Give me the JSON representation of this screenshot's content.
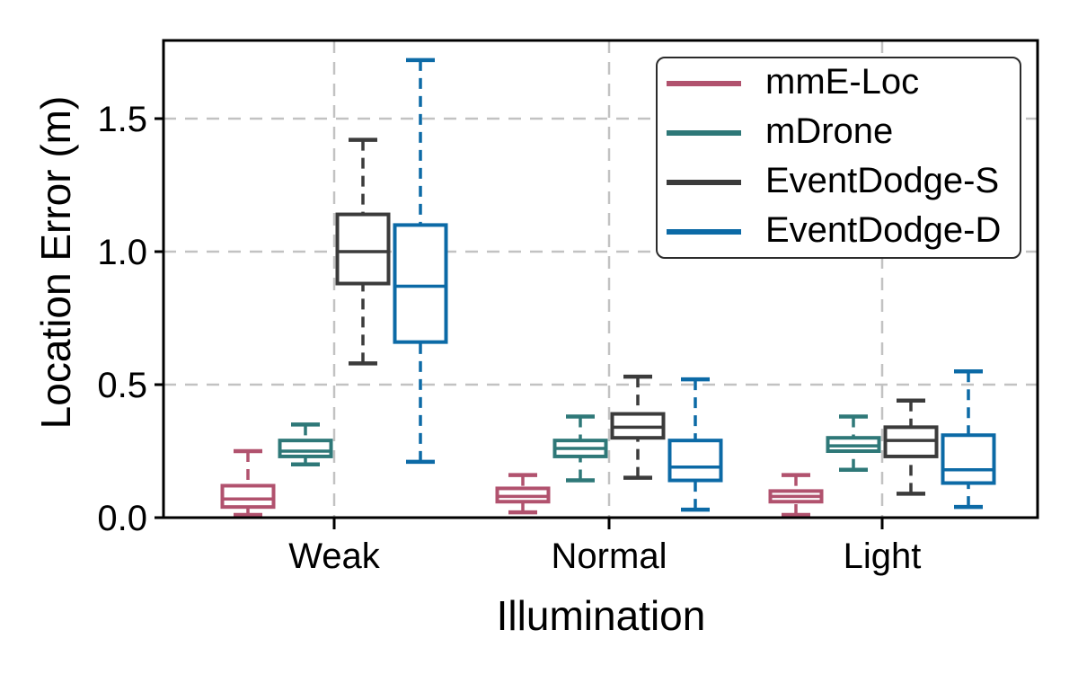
{
  "chart_data": {
    "type": "boxplot",
    "title": "",
    "xlabel": "Illumination",
    "ylabel": "Location Error (m)",
    "categories": [
      "Weak",
      "Normal",
      "Light"
    ],
    "ylim": [
      0,
      1.794
    ],
    "y_ticks": [
      0.0,
      0.5,
      1.0,
      1.5
    ],
    "y_tick_labels": [
      "0.0",
      "0.5",
      "1.0",
      "1.5"
    ],
    "grid": true,
    "grid_style": "dashed",
    "legend_position": "upper-right",
    "colors": {
      "grid": "#c2c2c2",
      "spine": "#000000",
      "background": "#ffffff"
    },
    "series": [
      {
        "name": "mmE-Loc",
        "color": "#b1526e",
        "boxes": [
          {
            "category": "Weak",
            "whisker_low": 0.01,
            "q1": 0.04,
            "median": 0.07,
            "q3": 0.12,
            "whisker_high": 0.25
          },
          {
            "category": "Normal",
            "whisker_low": 0.02,
            "q1": 0.06,
            "median": 0.08,
            "q3": 0.11,
            "whisker_high": 0.16
          },
          {
            "category": "Light",
            "whisker_low": 0.01,
            "q1": 0.06,
            "median": 0.08,
            "q3": 0.1,
            "whisker_high": 0.16
          }
        ]
      },
      {
        "name": "mDrone",
        "color": "#2e7878",
        "boxes": [
          {
            "category": "Weak",
            "whisker_low": 0.2,
            "q1": 0.23,
            "median": 0.25,
            "q3": 0.29,
            "whisker_high": 0.35
          },
          {
            "category": "Normal",
            "whisker_low": 0.14,
            "q1": 0.23,
            "median": 0.26,
            "q3": 0.29,
            "whisker_high": 0.38
          },
          {
            "category": "Light",
            "whisker_low": 0.18,
            "q1": 0.25,
            "median": 0.27,
            "q3": 0.3,
            "whisker_high": 0.38
          }
        ]
      },
      {
        "name": "EventDodge-S",
        "color": "#3b3b3b",
        "boxes": [
          {
            "category": "Weak",
            "whisker_low": 0.58,
            "q1": 0.88,
            "median": 1.0,
            "q3": 1.14,
            "whisker_high": 1.42
          },
          {
            "category": "Normal",
            "whisker_low": 0.15,
            "q1": 0.3,
            "median": 0.34,
            "q3": 0.39,
            "whisker_high": 0.53
          },
          {
            "category": "Light",
            "whisker_low": 0.09,
            "q1": 0.23,
            "median": 0.29,
            "q3": 0.34,
            "whisker_high": 0.44
          }
        ]
      },
      {
        "name": "EventDodge-D",
        "color": "#0c6aa6",
        "boxes": [
          {
            "category": "Weak",
            "whisker_low": 0.21,
            "q1": 0.66,
            "median": 0.87,
            "q3": 1.1,
            "whisker_high": 1.72
          },
          {
            "category": "Normal",
            "whisker_low": 0.03,
            "q1": 0.14,
            "median": 0.19,
            "q3": 0.29,
            "whisker_high": 0.52
          },
          {
            "category": "Light",
            "whisker_low": 0.04,
            "q1": 0.13,
            "median": 0.18,
            "q3": 0.31,
            "whisker_high": 0.55
          }
        ]
      }
    ]
  }
}
